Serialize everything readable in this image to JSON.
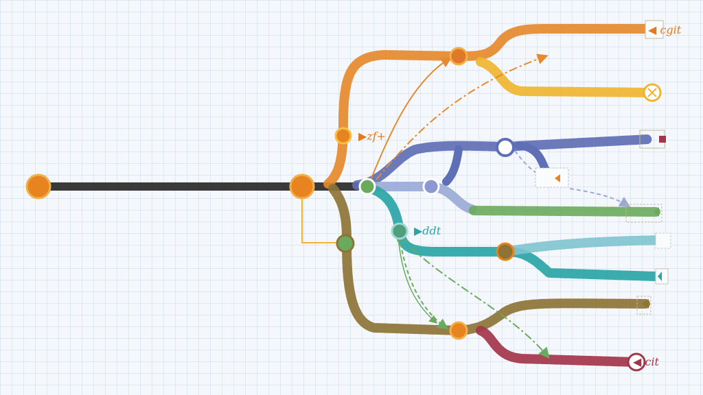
{
  "diagram": {
    "labels": {
      "orange_branch": "▶zf+",
      "teal_branch": "▶ddt",
      "top_end": "◀ cgit",
      "red_end": "◀ cit"
    },
    "colors": {
      "main": "#3a3a3a",
      "orange": "#e58a2e",
      "yellow": "#efb531",
      "blue": "#5f6fb5",
      "lightblue": "#99a8d4",
      "green": "#6aaa5c",
      "teal": "#2aa5a6",
      "lightteal": "#7fc3cf",
      "olive": "#8d7436",
      "red": "#a3354b",
      "node_orange": "#e88420"
    }
  }
}
